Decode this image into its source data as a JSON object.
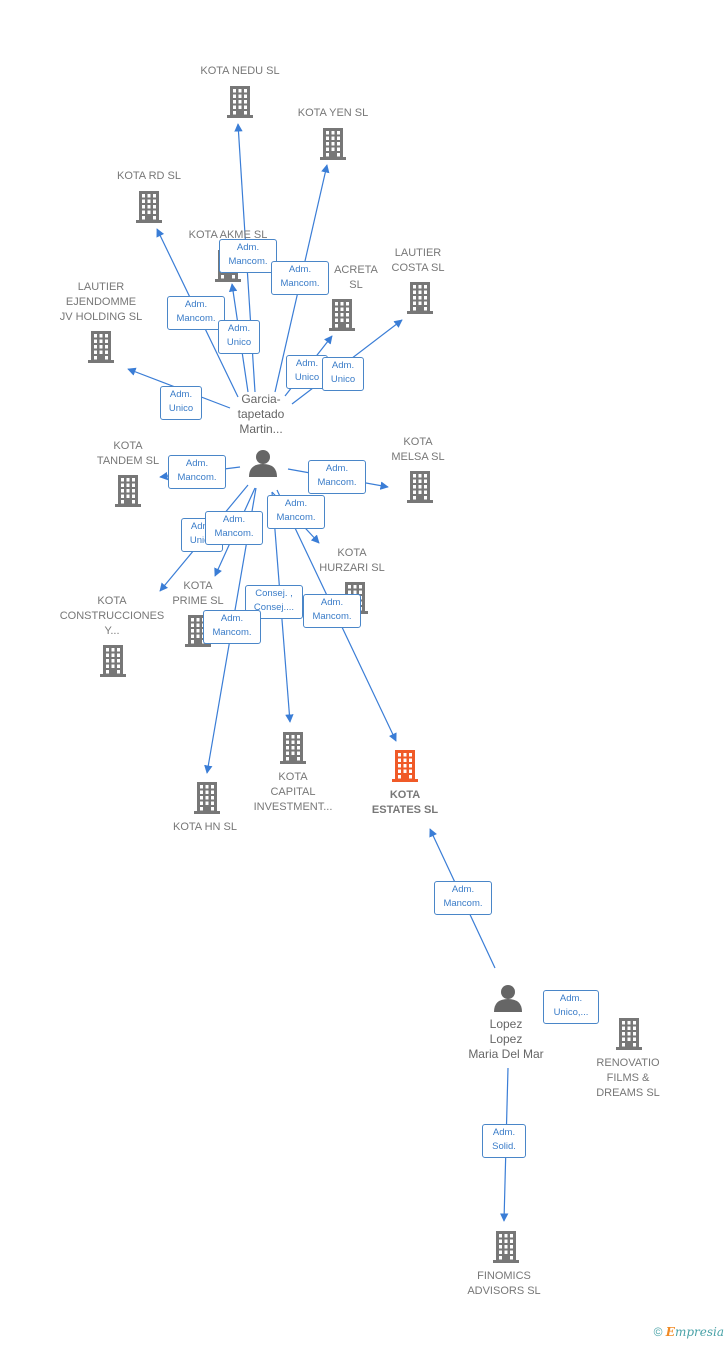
{
  "colors": {
    "edge": "#3a7dd6",
    "building": "#777777",
    "building_main": "#f05a28",
    "person": "#666666",
    "tag_border": "#4a86c8"
  },
  "persons": [
    {
      "id": "p1",
      "label": "Garcia-\ntapetado\nMartin...",
      "icon": "person-icon"
    },
    {
      "id": "p2",
      "label": "Lopez\nLopez\nMaria Del Mar",
      "icon": "person-icon"
    }
  ],
  "companies": [
    {
      "id": "c_nedu",
      "label": "KOTA NEDU  SL"
    },
    {
      "id": "c_yen",
      "label": "KOTA YEN  SL"
    },
    {
      "id": "c_rd",
      "label": "KOTA RD  SL"
    },
    {
      "id": "c_akme",
      "label": "KOTA AKME  SL"
    },
    {
      "id": "c_acreta",
      "label": "ACRETA\nSL"
    },
    {
      "id": "c_lautcosta",
      "label": "LAUTIER\nCOSTA SL"
    },
    {
      "id": "c_lautier",
      "label": "LAUTIER\nEJENDOMME\nJV HOLDING SL"
    },
    {
      "id": "c_tandem",
      "label": "KOTA\nTANDEM  SL"
    },
    {
      "id": "c_melsa",
      "label": "KOTA\nMELSA  SL"
    },
    {
      "id": "c_hurzari",
      "label": "KOTA\nHURZARI  SL"
    },
    {
      "id": "c_construcciones",
      "label": "KOTA\nCONSTRUCCIONES\nY..."
    },
    {
      "id": "c_prime",
      "label": "KOTA\nPRIME  SL"
    },
    {
      "id": "c_capital",
      "label": "KOTA\nCAPITAL\nINVESTMENT..."
    },
    {
      "id": "c_estates",
      "label": "KOTA\nESTATES  SL",
      "main": true
    },
    {
      "id": "c_hn",
      "label": "KOTA HN  SL"
    },
    {
      "id": "c_renovatio",
      "label": "RENOVATIO\nFILMS &\nDREAMS SL"
    },
    {
      "id": "c_finomics",
      "label": "FINOMICS\nADVISORS  SL"
    }
  ],
  "edges": [
    {
      "from": "p1",
      "to": "c_nedu",
      "label": "Adm.\nMancom."
    },
    {
      "from": "p1",
      "to": "c_yen",
      "label": "Adm.\nMancom."
    },
    {
      "from": "p1",
      "to": "c_rd",
      "label": "Adm.\nMancom."
    },
    {
      "from": "p1",
      "to": "c_akme",
      "label": "Adm.\nUnico"
    },
    {
      "from": "p1",
      "to": "c_acreta",
      "label": "Adm.\nUnico"
    },
    {
      "from": "p1",
      "to": "c_lautcosta",
      "label": "Adm.\nUnico"
    },
    {
      "from": "p1",
      "to": "c_lautier",
      "label": "Adm.\nUnico"
    },
    {
      "from": "p1",
      "to": "c_tandem",
      "label": "Adm.\nMancom."
    },
    {
      "from": "p1",
      "to": "c_melsa",
      "label": "Adm.\nMancom."
    },
    {
      "from": "p1",
      "to": "c_hurzari",
      "label": "Adm.\nMancom."
    },
    {
      "from": "p1",
      "to": "c_construcciones",
      "label": "Adm.\nUnico"
    },
    {
      "from": "p1",
      "to": "c_prime",
      "label": "Adm.\nMancom."
    },
    {
      "from": "p1",
      "to": "c_capital",
      "label": "Consej. ,\nConsej...."
    },
    {
      "from": "p1",
      "to": "c_estates",
      "label": "Adm.\nMancom."
    },
    {
      "from": "p1",
      "to": "c_hn",
      "label": "Adm.\nMancom."
    },
    {
      "from": "p2",
      "to": "c_estates",
      "label": "Adm.\nMancom."
    },
    {
      "from": "p2",
      "to": "c_renovatio",
      "label": "Adm.\nUnico,..."
    },
    {
      "from": "p2",
      "to": "c_finomics",
      "label": "Adm.\nSolid."
    }
  ],
  "footer": {
    "copyright_symbol": "©",
    "brand_first": "E",
    "brand_rest": "mpresia"
  }
}
